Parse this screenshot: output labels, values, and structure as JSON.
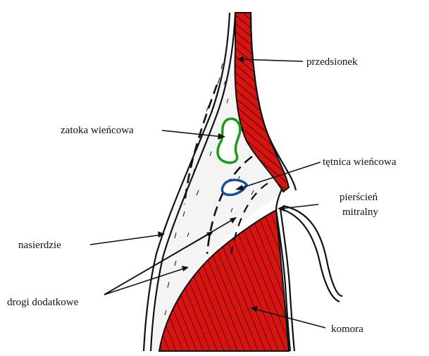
{
  "labels": {
    "przedsionek": "przedsionek",
    "zatoka": "zatoka wieńcowa",
    "tetnica": "tętnica wieńcowa",
    "pierscien_1": "pierścień",
    "pierscien_2": "mitralny",
    "nasierdzie": "nasierdzie",
    "drogi": "drogi dodatkowe",
    "komora": "komora"
  },
  "colors": {
    "muscle": "#d9130f",
    "hatch": "#111111",
    "coronary_sinus": "#1a9a1a",
    "coronary_artery": "#1a4fa0",
    "fat": "#f4f4f4",
    "outline": "#111111"
  }
}
